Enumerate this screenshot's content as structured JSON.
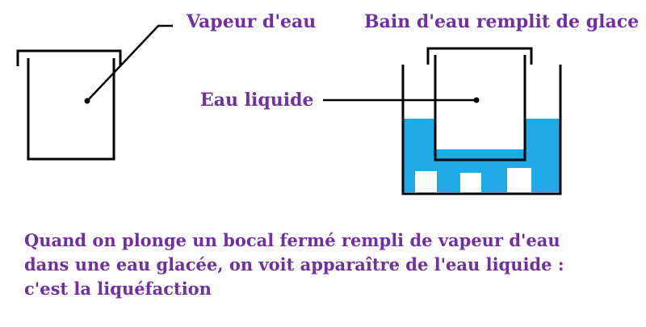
{
  "labels": {
    "vapeur": "Vapeur d'eau",
    "bain": "Bain d'eau remplit de glace",
    "eau_liquide": "Eau liquide"
  },
  "caption": {
    "line1": "Quand on plonge un bocal fermé rempli  de vapeur d'eau",
    "line2": "dans une eau glacée, on voit apparaître de l'eau liquide :",
    "line3": "c'est la liquéfaction"
  },
  "colors": {
    "text": "#7030A0",
    "water": "#1EAAE6",
    "ice": "#FFFFFF",
    "outline": "#000000"
  }
}
